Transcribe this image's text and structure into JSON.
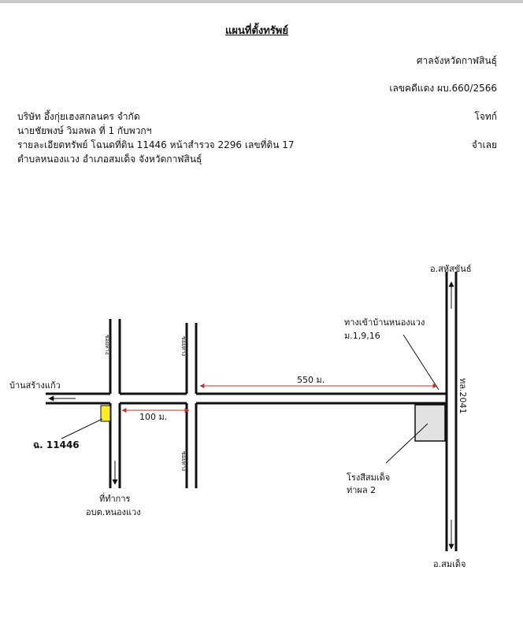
{
  "header": {
    "title": "แผนที่ตั้งทรัพย์",
    "court": "ศาลจังหวัดกาฬสินธุ์",
    "case_no": "เลขคดีแดง ผบ.660/2566",
    "plaintiff_role": "โจทก์",
    "defendant_role": "จำเลย"
  },
  "parties": {
    "line1": "บริษัท อึ้งกุ่ยเฮงสกลนคร จำกัด",
    "line2": "นายชัยพงษ์  วิมลพล ที่ 1 กับพวกฯ",
    "line3": "รายละเอียดทรัพย์ โฉนดที่ดิน 11446 หน้าสำรวจ 2296 เลขที่ดิน 17",
    "line4": "ตำบลหนองแวง  อำเภอสมเด็จ  จังหวัดกาฬสินธุ์"
  },
  "map": {
    "to_north": "อ.สหัสขันธ์",
    "entrance_line1": "ทางเข้าบ้านหนองแวง",
    "entrance_line2": "ม.1,9,16",
    "west": "บ้านสร้างแก้ว",
    "dist_550": "550 ม.",
    "dist_100": "100 ม.",
    "highway": "ทล.2041",
    "alley_a": "ซอยทาง",
    "alley_b": "ซอยทาง",
    "alley_c": "ซอยทาง",
    "parcel": "ฉ. 11446",
    "office_line1": "ที่ทำการ",
    "office_line2": "อบต.หนองแวง",
    "school_line1": "โรงสีสมเด็จ",
    "school_line2": "ท่าผล 2",
    "to_south": "อ.สมเด็จ",
    "parcel_color": "#ffee1a",
    "building_color": "#e2e2e2",
    "arrow_color": "#c0302a"
  }
}
